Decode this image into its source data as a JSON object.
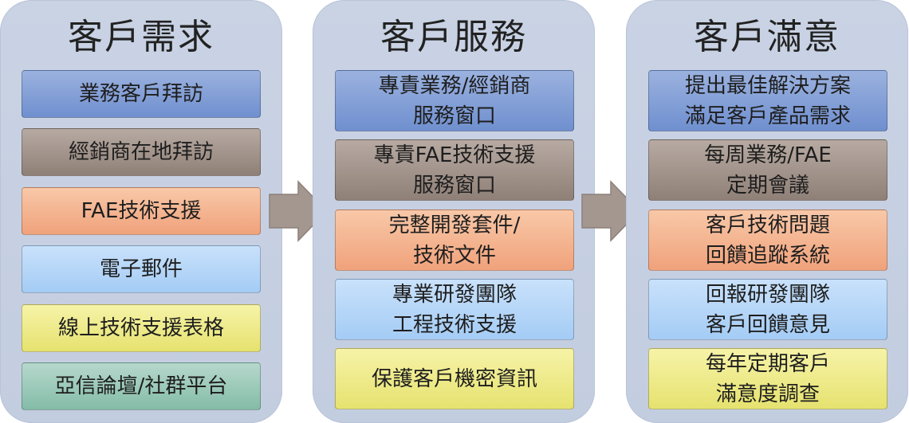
{
  "columns": [
    {
      "title": "客戶需求",
      "items": [
        {
          "lines": [
            "業務客戶拜訪"
          ],
          "color": "blue"
        },
        {
          "lines": [
            "經銷商在地拜訪"
          ],
          "color": "brown"
        },
        {
          "lines": [
            "FAE技術支援"
          ],
          "color": "orange"
        },
        {
          "lines": [
            "電子郵件"
          ],
          "color": "lightblue"
        },
        {
          "lines": [
            "線上技術支援表格"
          ],
          "color": "yellow"
        },
        {
          "lines": [
            "亞信論壇/社群平台"
          ],
          "color": "green"
        }
      ]
    },
    {
      "title": "客戶服務",
      "items": [
        {
          "lines": [
            "專責業務/經銷商",
            "服務窗口"
          ],
          "color": "blue"
        },
        {
          "lines": [
            "專責FAE技術支援",
            "服務窗口"
          ],
          "color": "brown"
        },
        {
          "lines": [
            "完整開發套件/",
            "技術文件"
          ],
          "color": "orange"
        },
        {
          "lines": [
            "專業研發團隊",
            "工程技術支援"
          ],
          "color": "lightblue"
        },
        {
          "lines": [
            "保護客戶機密資訊"
          ],
          "color": "yellow"
        }
      ]
    },
    {
      "title": "客戶滿意",
      "items": [
        {
          "lines": [
            "提出最佳解決方案",
            "滿足客戶產品需求"
          ],
          "color": "blue"
        },
        {
          "lines": [
            "每周業務/FAE",
            "定期會議"
          ],
          "color": "brown"
        },
        {
          "lines": [
            "客戶技術問題",
            "回饋追蹤系統"
          ],
          "color": "orange"
        },
        {
          "lines": [
            "回報研發團隊",
            "客戶回饋意見"
          ],
          "color": "lightblue"
        },
        {
          "lines": [
            "每年定期客戶",
            "滿意度調查"
          ],
          "color": "yellow"
        }
      ]
    }
  ],
  "arrows": [
    {
      "name": "arrow-right-icon",
      "color": "#a39790"
    },
    {
      "name": "arrow-right-icon",
      "color": "#a39790"
    }
  ]
}
